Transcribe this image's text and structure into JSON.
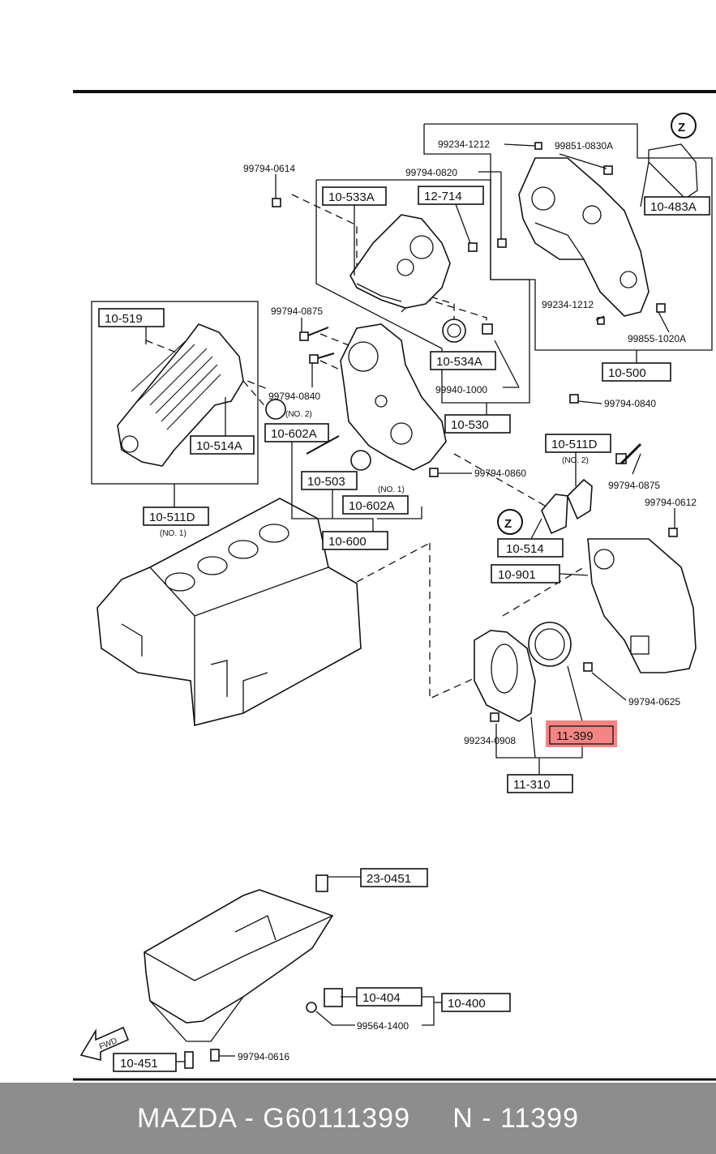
{
  "labels": {
    "p10_533A": "10-533A",
    "p12_714": "12-714",
    "p10_519": "10-519",
    "p10_514A": "10-514A",
    "p10_511D_1": "10-511D",
    "no1_a": "(NO. 1)",
    "p10_602A_a": "10-602A",
    "no2_a": "(NO. 2)",
    "p10_503": "10-503",
    "no1_b": "(NO. 1)",
    "p10_602A_b": "10-602A",
    "p10_600": "10-600",
    "p10_534A": "10-534A",
    "p10_530": "10-530",
    "p10_500": "10-500",
    "p10_483A": "10-483A",
    "p10_511D_2": "10-511D",
    "no2_b": "(NO. 2)",
    "p10_514": "10-514",
    "p10_901": "10-901",
    "p11_399": "11-399",
    "p11_310": "11-310",
    "p23_0451": "23-0451",
    "p10_404": "10-404",
    "p10_400": "10-400",
    "p10_451": "10-451",
    "fwd": "FWD",
    "z": "Z"
  },
  "numbers": {
    "n99794_0614": "99794-0614",
    "n99794_0820": "99794-0820",
    "n99234_1212_a": "99234-1212",
    "n99851_0830A": "99851-0830A",
    "n99794_0875_a": "99794-0875",
    "n99794_0840_a": "99794-0840",
    "n99940_1000": "99940-1000",
    "n99234_1212_b": "99234-1212",
    "n99855_1020A": "99855-1020A",
    "n99794_0840_b": "99794-0840",
    "n99794_0860": "99794-0860",
    "n99794_0875_b": "99794-0875",
    "n99794_0612": "99794-0612",
    "n99794_0625": "99794-0625",
    "n99234_0908": "99234-0908",
    "n99564_1400": "99564-1400",
    "n99794_0616": "99794-0616"
  },
  "highlight_color": "#f36f6f",
  "footer": {
    "text": "MAZDA - G60111399     N - 11399"
  }
}
